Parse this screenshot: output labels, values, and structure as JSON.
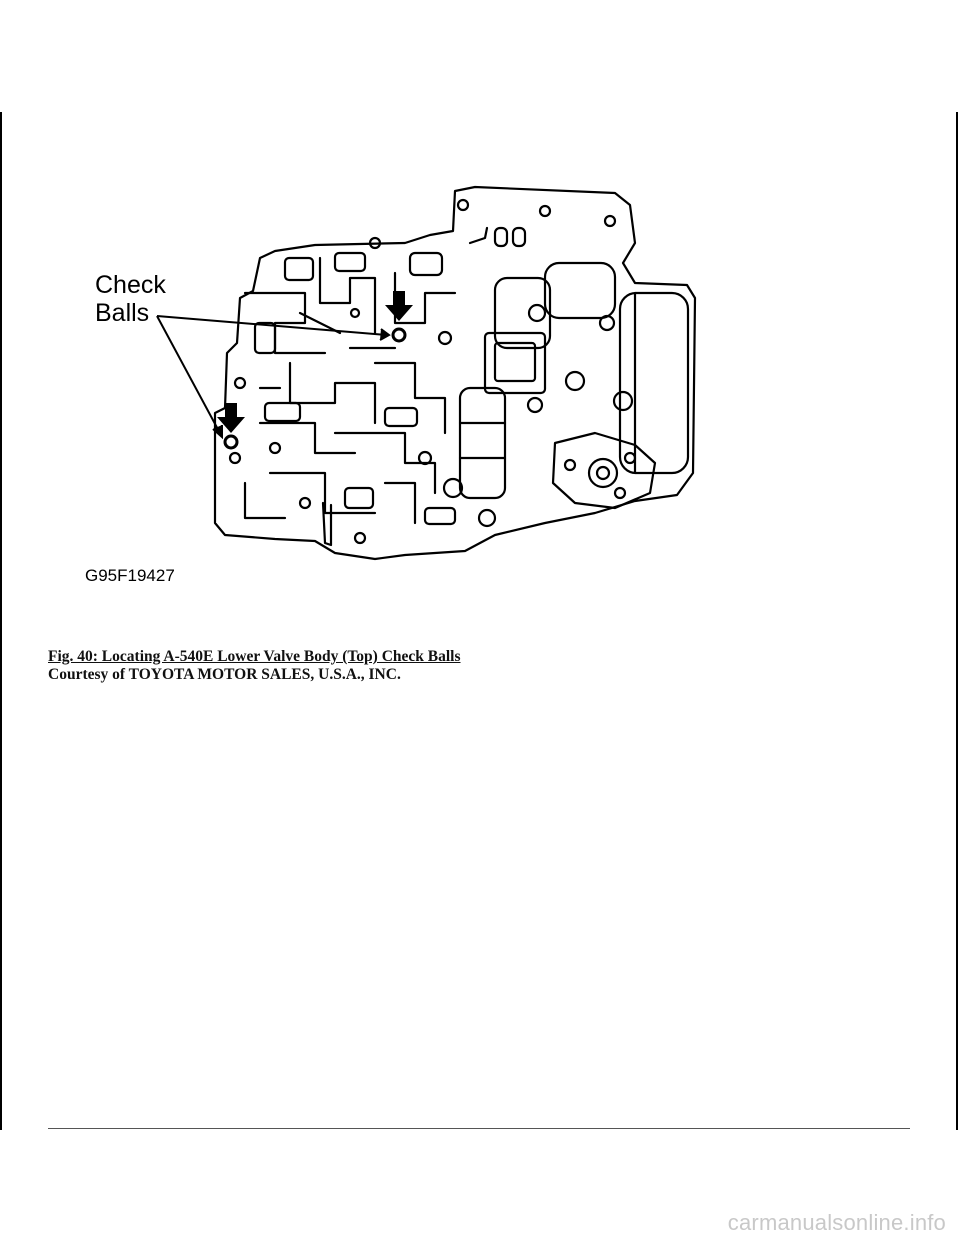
{
  "figure": {
    "callout_line1": "Check",
    "callout_line2": "Balls",
    "figure_code": "G95F19427",
    "drawing_icon": "valve-body-line-drawing"
  },
  "caption": {
    "title": "Fig. 40: Locating A-540E Lower Valve Body (Top) Check Balls",
    "credit": "Courtesy of TOYOTA MOTOR SALES, U.S.A., INC."
  },
  "watermark": "carmanualsonline.info"
}
